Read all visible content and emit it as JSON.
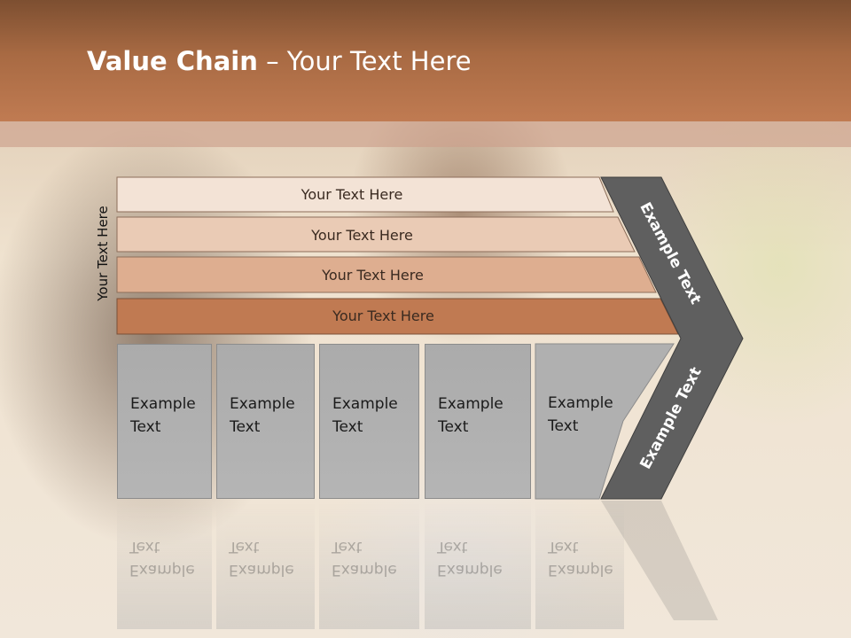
{
  "title": {
    "bold": "Value Chain",
    "rest": " – Your Text Here"
  },
  "side_label": "Your Text Here",
  "rows": [
    {
      "label": "Your Text Here",
      "color": "#f3e3d6"
    },
    {
      "label": "Your Text Here",
      "color": "#eacbb5"
    },
    {
      "label": "Your Text Here",
      "color": "#deae90"
    },
    {
      "label": "Your Text Here",
      "color": "#c07a52"
    }
  ],
  "boxes": [
    {
      "line1": "Example",
      "line2": "Text"
    },
    {
      "line1": "Example",
      "line2": "Text"
    },
    {
      "line1": "Example",
      "line2": "Text"
    },
    {
      "line1": "Example",
      "line2": "Text"
    },
    {
      "line1": "Example",
      "line2": "Text"
    }
  ],
  "chevron": {
    "upper_text": "Example Text",
    "lower_text": "Example Text",
    "color": "#5f5f5f"
  }
}
